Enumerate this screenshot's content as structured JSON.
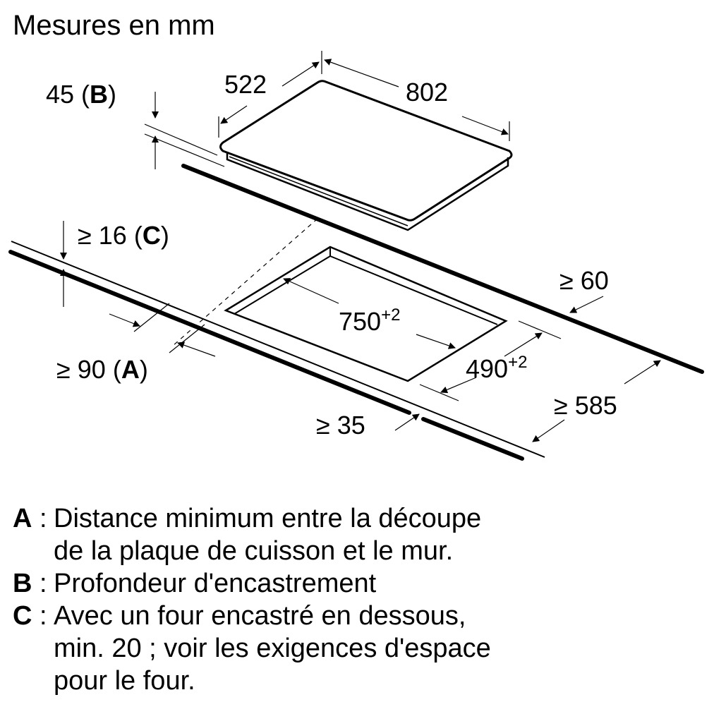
{
  "title": "Mesures en mm",
  "dimensions": {
    "depth_hob": "522",
    "width_hob": "802",
    "height_b_value": "45",
    "height_b_key": "B",
    "min_c_value": "≥ 16",
    "min_c_key": "C",
    "back_gap": "≥ 60",
    "cut_width": "750",
    "cut_width_tol": "+2",
    "cut_depth": "490",
    "cut_depth_tol": "+2",
    "min_a_value": "≥ 90",
    "min_a_key": "A",
    "front_gap": "≥ 35",
    "worktop_depth": "≥ 585"
  },
  "legend": [
    {
      "key": "A",
      "lines": [
        "Distance minimum entre la découpe",
        "de la plaque de cuisson et le mur."
      ]
    },
    {
      "key": "B",
      "lines": [
        "Profondeur d'encastrement"
      ]
    },
    {
      "key": "C",
      "lines": [
        "Avec un four encastré en dessous,",
        "min. 20 ; voir les exigences d'espace",
        "pour le four."
      ]
    }
  ]
}
